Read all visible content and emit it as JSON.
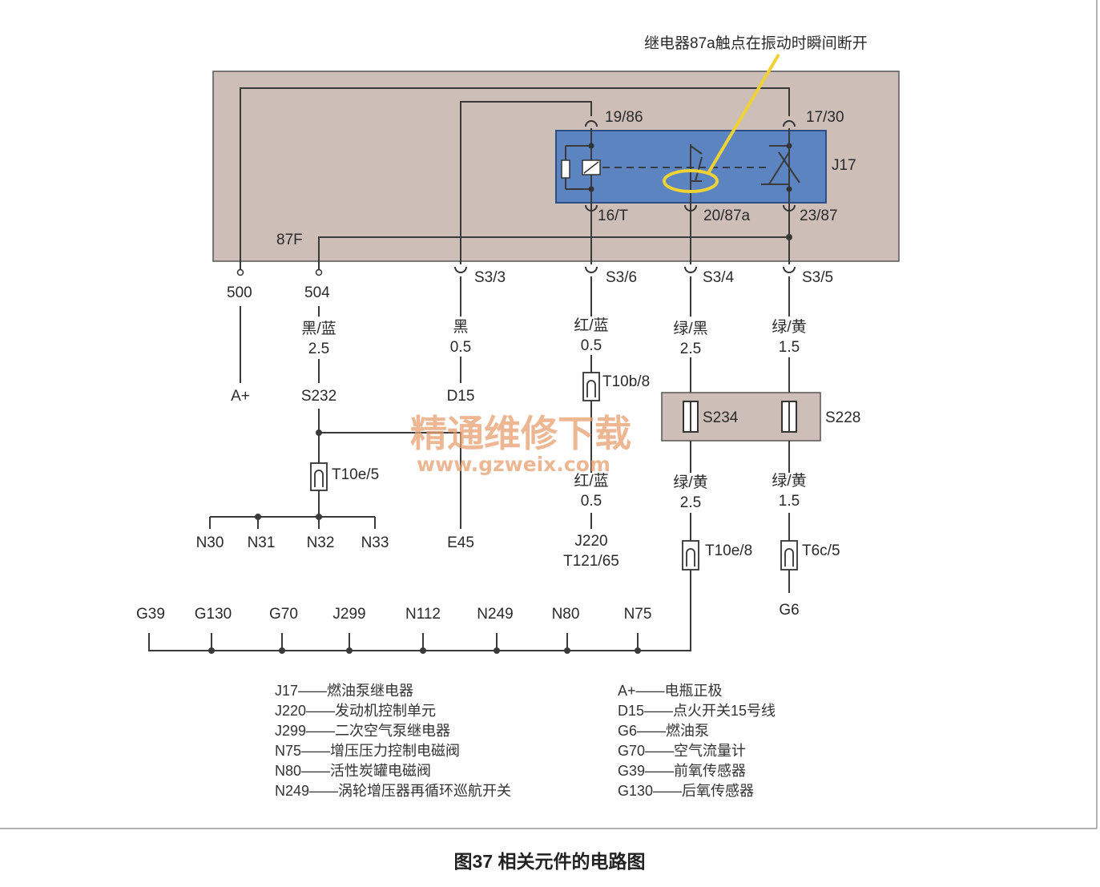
{
  "annotation": "继电器87a触点在振动时瞬间断开",
  "relay": {
    "name": "J17",
    "pins": {
      "p19": "19/86",
      "p17": "17/30",
      "p16": "16/T",
      "p20": "20/87a",
      "p23": "23/87"
    },
    "f87": "87F"
  },
  "terminals": [
    "500",
    "504",
    "S3/3",
    "S3/6",
    "S3/4",
    "S3/5"
  ],
  "wires": {
    "w504": {
      "color": "黑/蓝",
      "size": "2.5"
    },
    "ws33": {
      "color": "黑",
      "size": "0.5"
    },
    "ws36": {
      "color": "红/蓝",
      "size": "0.5"
    },
    "ws34": {
      "color": "绿/黑",
      "size": "2.5"
    },
    "ws35": {
      "color": "绿/黄",
      "size": "1.5"
    },
    "wj220": {
      "color": "红/蓝",
      "size": "0.5"
    },
    "ws234": {
      "color": "绿/黄",
      "size": "2.5"
    },
    "ws228": {
      "color": "绿/黄",
      "size": "1.5"
    }
  },
  "nodes": {
    "aplus": "A+",
    "s232": "S232",
    "d15": "D15",
    "t10b8": "T10b/8",
    "s234": "S234",
    "s228": "S228",
    "t10e5": "T10e/5",
    "e45": "E45",
    "j220": "J220",
    "t121": "T121/65",
    "t10e8": "T10e/8",
    "t6c5": "T6c/5",
    "g6": "G6",
    "n30": "N30",
    "n31": "N31",
    "n32": "N32",
    "n33": "N33"
  },
  "bus": [
    "G39",
    "G130",
    "G70",
    "J299",
    "N112",
    "N249",
    "N80",
    "N75"
  ],
  "legend_left": [
    "J17——燃油泵继电器",
    "J220——发动机控制单元",
    "J299——二次空气泵继电器",
    "N75——增压压力控制电磁阀",
    "N80——活性炭罐电磁阀",
    "N249——涡轮增压器再循环巡航开关"
  ],
  "legend_right": [
    "A+——电瓶正极",
    "D15——点火开关15号线",
    "G6——燃油泵",
    "G70——空气流量计",
    "G39——前氧传感器",
    "G130——后氧传感器"
  ],
  "caption": "图37  相关元件的电路图",
  "watermark": {
    "cn": "精通维修下载",
    "url": "www.gzweix.com"
  },
  "colors": {
    "module_fill": "#cdbfb7",
    "relay_fill": "#5b84c0",
    "highlight": "#efd236",
    "wire": "#3a3a3a",
    "watermark": "#e8a070"
  }
}
